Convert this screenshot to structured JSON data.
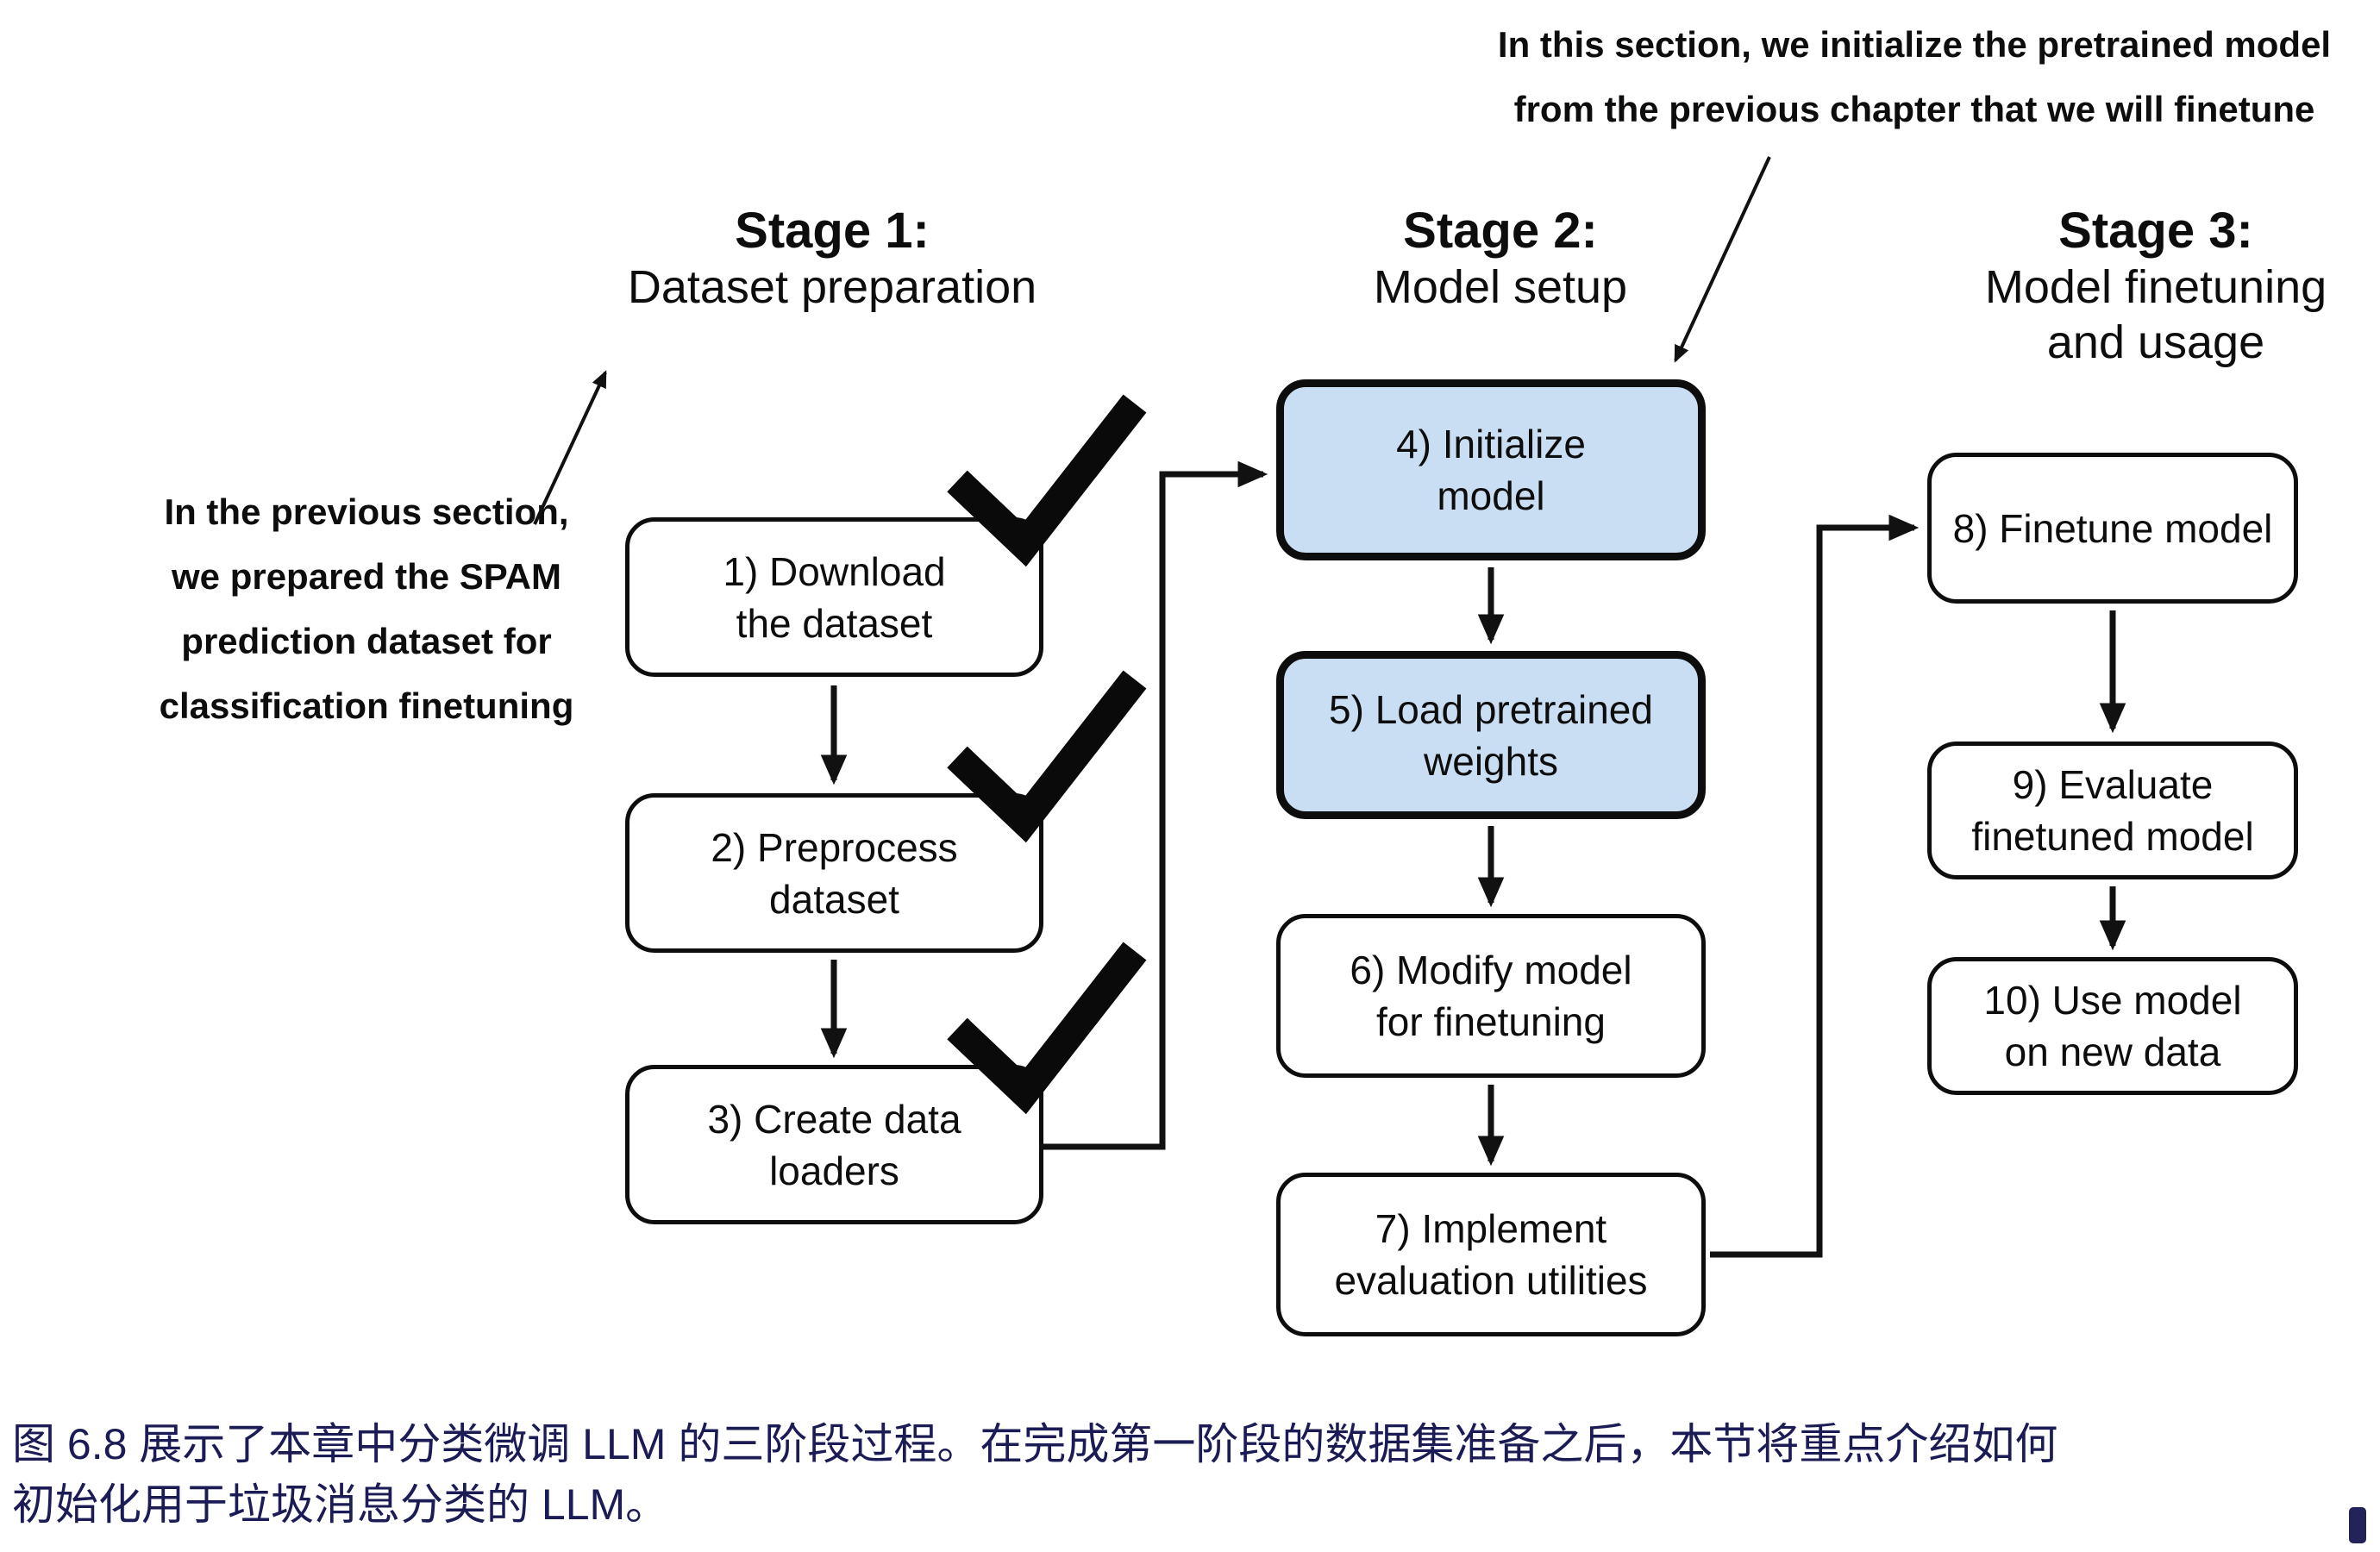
{
  "figure": {
    "stages": [
      {
        "title": "Stage 1:",
        "subtitle": "Dataset preparation"
      },
      {
        "title": "Stage 2:",
        "subtitle": "Model setup"
      },
      {
        "title": "Stage 3:",
        "subtitle": "Model finetuning\nand usage"
      }
    ],
    "boxes": [
      {
        "label": "1) Download\nthe dataset",
        "checked": true,
        "highlighted": false
      },
      {
        "label": "2) Preprocess\ndataset",
        "checked": true,
        "highlighted": false
      },
      {
        "label": "3) Create data\nloaders",
        "checked": true,
        "highlighted": false
      },
      {
        "label": "4) Initialize\nmodel",
        "checked": false,
        "highlighted": true
      },
      {
        "label": "5) Load pretrained\nweights",
        "checked": false,
        "highlighted": true
      },
      {
        "label": "6) Modify model\nfor finetuning",
        "checked": false,
        "highlighted": false
      },
      {
        "label": "7) Implement\nevaluation utilities",
        "checked": false,
        "highlighted": false
      },
      {
        "label": "8) Finetune model",
        "checked": false,
        "highlighted": false
      },
      {
        "label": "9) Evaluate\nfinetuned model",
        "checked": false,
        "highlighted": false
      },
      {
        "label": "10) Use model\non new data",
        "checked": false,
        "highlighted": false
      }
    ],
    "annotations": {
      "top": "In this section, we initialize the pretrained model\nfrom the previous chapter that we will finetune",
      "left": "In the previous section,\nwe prepared the SPAM\nprediction dataset for\nclassification finetuning"
    },
    "colors": {
      "highlight_fill": "#cadef3",
      "box_border": "#0d0d0d",
      "arrow_color": "#111111",
      "caption_text": "#1b1b55"
    }
  },
  "caption": {
    "text": "图 6.8 展示了本章中分类微调 LLM 的三阶段过程。在完成第一阶段的数据集准备之后，本节将重点介绍如何\n初始化用于垃圾消息分类的 LLM。"
  }
}
